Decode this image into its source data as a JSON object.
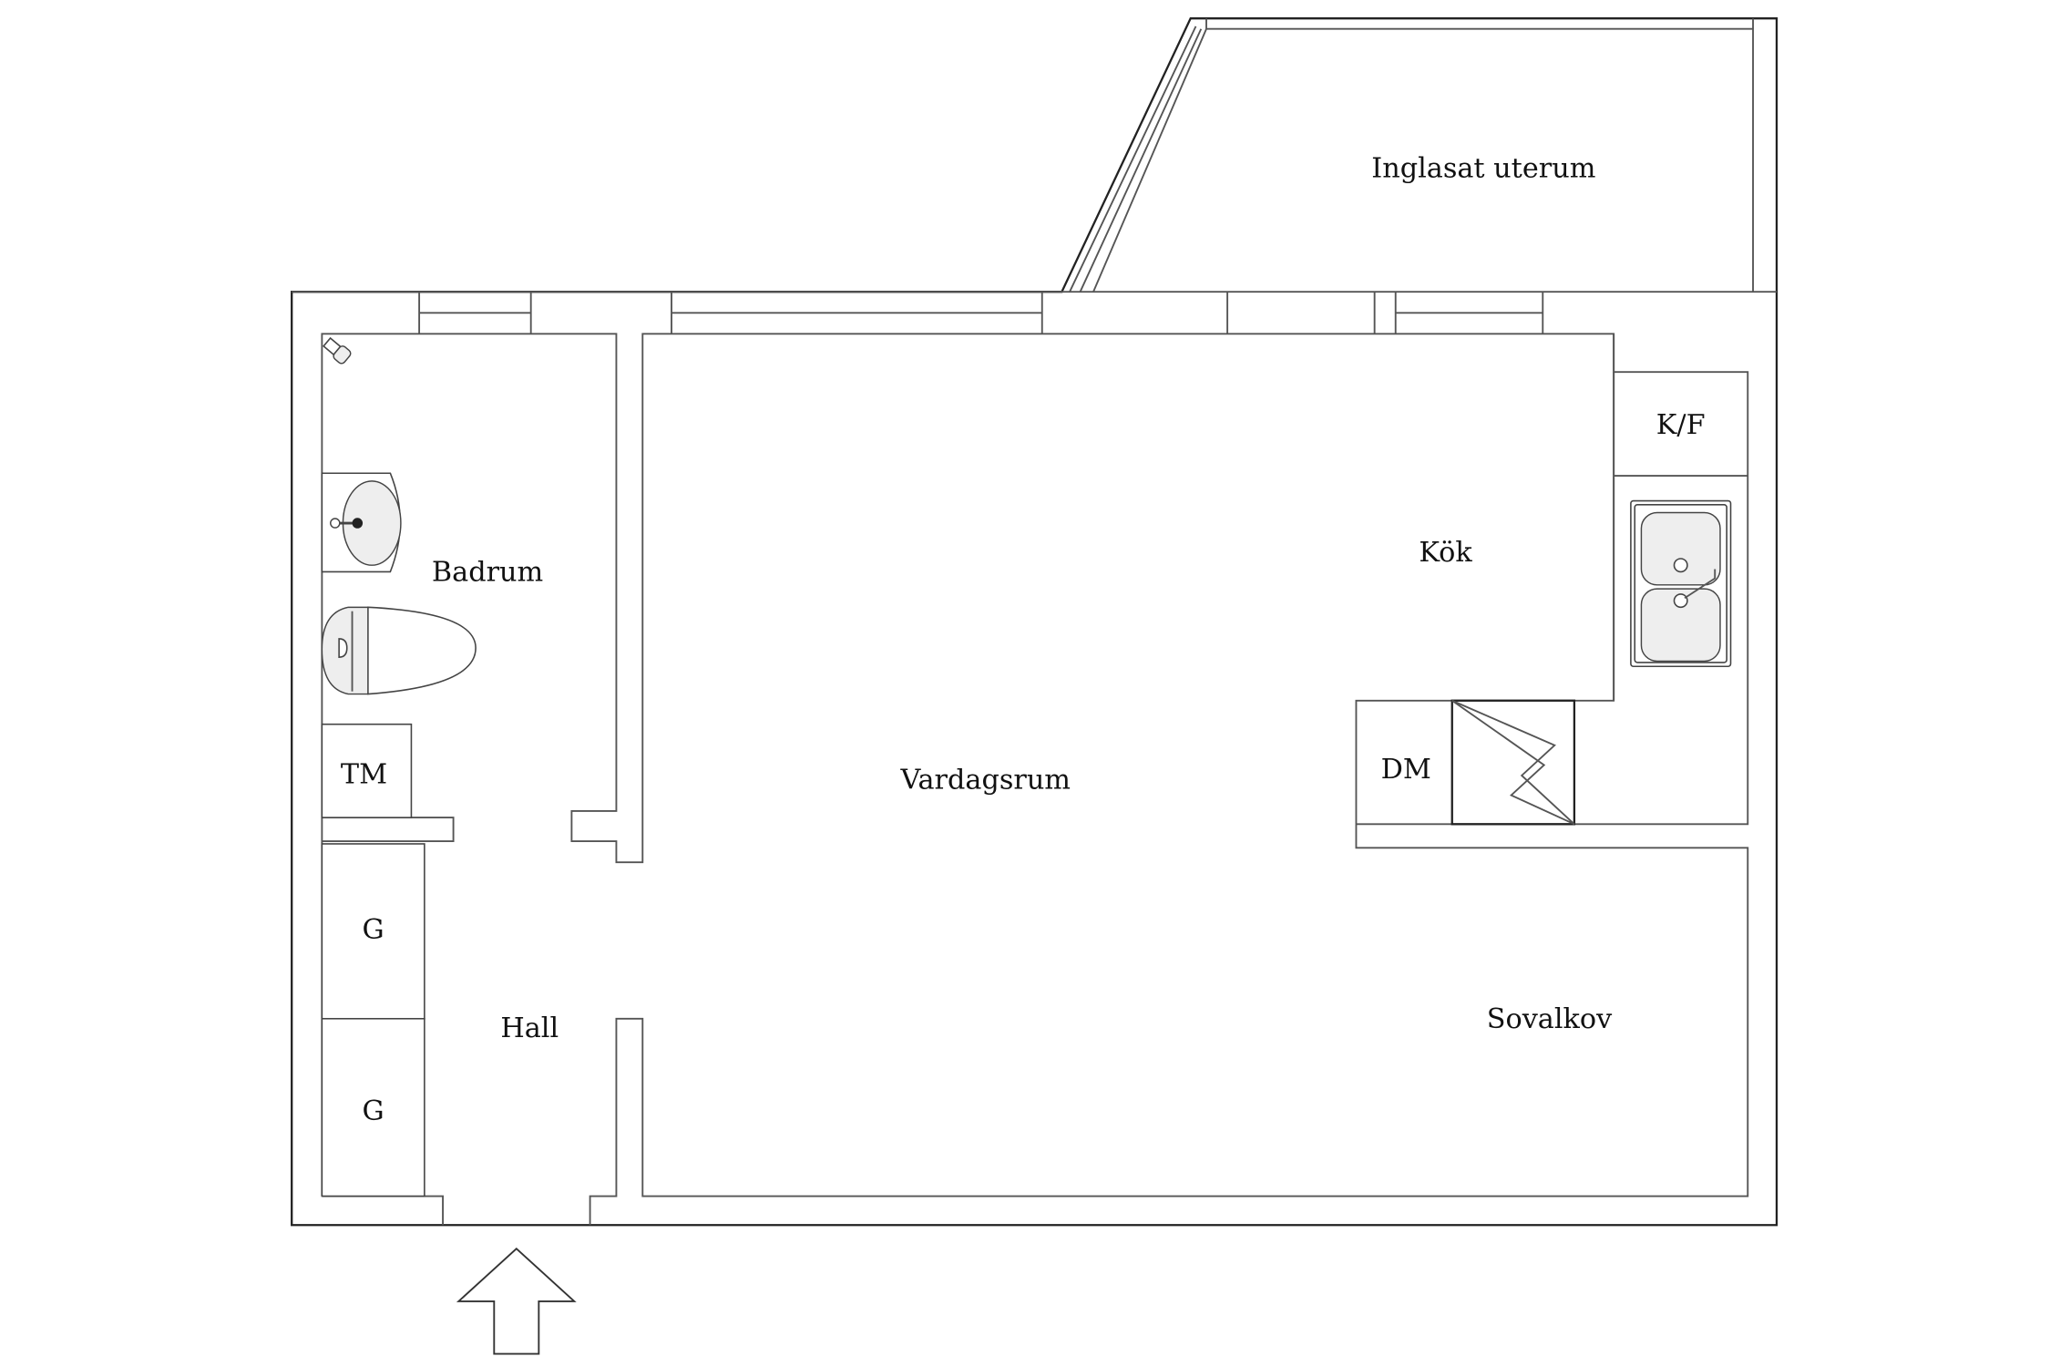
{
  "rooms": {
    "uterum": "Inglasat uterum",
    "badrum": "Badrum",
    "vardagsrum": "Vardagsrum",
    "kok": "Kök",
    "sovalkov": "Sovalkov",
    "hall": "Hall"
  },
  "fixtures": {
    "kf": "K/F",
    "dm": "DM",
    "tm": "TM",
    "g1": "G",
    "g2": "G"
  },
  "icons": [
    "shower-icon",
    "washbasin-icon",
    "toilet-icon",
    "double-sink-icon",
    "stove-icon",
    "entrance-arrow-icon"
  ]
}
